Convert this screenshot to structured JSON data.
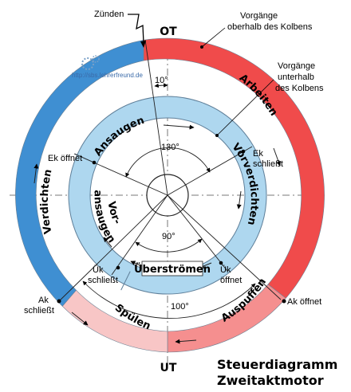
{
  "directions": {
    "top": "OT",
    "bottom": "UT"
  },
  "outer_ring": {
    "arbeiten": "Arbeiten",
    "auspuffen": "Auspuffen",
    "spuelen": "Spülen",
    "verdichten": "Verdichten"
  },
  "inner_ring": {
    "ansaugen": "Ansaugen",
    "vorverdichten": "Vorverdichten",
    "vor_line1": "Vor-",
    "vor_line2": "ansaugen",
    "ueberstroemen": "Überströmen"
  },
  "annotations": {
    "zuenden": "Zünden",
    "oberhalb_line1": "Vorgänge",
    "oberhalb_line2": "oberhalb des Kolbens",
    "unterhalb_line1": "Vorgänge",
    "unterhalb_line2": "unterhalb",
    "unterhalb_line3": "des Kolbens",
    "ek_oeffnet": "Ek öffnet",
    "ek_schliesst_line1": "Ek",
    "ek_schliesst_line2": "schließt",
    "uek_schliesst_line1": "Ük",
    "uek_schliesst_line2": "schließt",
    "uek_oeffnet_line1": "Ük",
    "uek_oeffnet_line2": "öffnet",
    "ak_schliesst_line1": "Ak",
    "ak_schliesst_line2": "schließt",
    "ak_oeffnet": "Ak öffnet"
  },
  "angles": {
    "ignition": "10°",
    "upper": "130°",
    "lower": "90°",
    "outer": "100°"
  },
  "title": {
    "line1": "Steuerdiagramm",
    "line2": "Zweitaktmotor"
  },
  "watermark": "http://sbs.lehrerfreund.de",
  "colors": {
    "arbeiten": "#f04b4b",
    "auspuffen": "#f7a3a3",
    "spuelen": "#f8c6c6",
    "verdichten": "#3f8fd2",
    "inner_ring": "#aed7ef",
    "outline": "#5f7f99"
  }
}
